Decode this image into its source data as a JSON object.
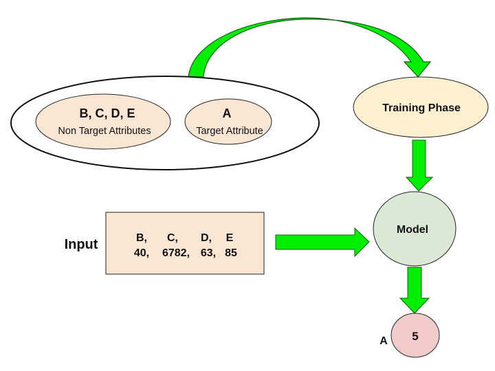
{
  "diagram": {
    "dataset_group": {
      "non_target": {
        "title": "B, C, D, E",
        "subtitle": "Non Target Attributes"
      },
      "target": {
        "title": "A",
        "subtitle": "Target Attribute"
      }
    },
    "training_phase": {
      "label": "Training Phase"
    },
    "model": {
      "label": "Model"
    },
    "input": {
      "label": "Input",
      "headers": [
        "B,",
        "C,",
        "D,",
        "E"
      ],
      "values": [
        "40,",
        "6782,",
        "63,",
        "85"
      ]
    },
    "output": {
      "label": "A",
      "value": "5"
    },
    "colors": {
      "arrow_green": "#00ee00",
      "attribute_fill": "#fbe5d3",
      "training_fill": "#fdf0d1",
      "model_fill": "#dbe8d6",
      "output_fill": "#f2cccb",
      "input_fill": "#fbe5d3"
    }
  }
}
